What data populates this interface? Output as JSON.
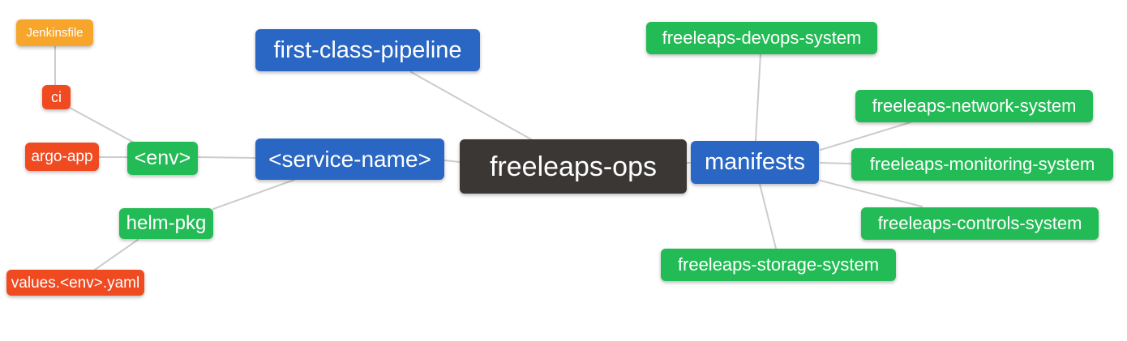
{
  "palette": {
    "blue": "#2a67c4",
    "green": "#22bb55",
    "red": "#f04a21",
    "orange": "#f7a52b",
    "dark": "#3b3735",
    "edge": "#cccccc",
    "node_text": "#ffffff",
    "background": "#ffffff"
  },
  "nodes": [
    {
      "id": "jenkinsfile",
      "label": "Jenkinsfile",
      "color": "orange"
    },
    {
      "id": "ci",
      "label": "ci",
      "color": "red"
    },
    {
      "id": "argo-app",
      "label": "argo-app",
      "color": "red"
    },
    {
      "id": "env",
      "label": "<env>",
      "color": "green"
    },
    {
      "id": "helm-pkg",
      "label": "helm-pkg",
      "color": "green"
    },
    {
      "id": "values-env-yaml",
      "label": "values.<env>.yaml",
      "color": "red"
    },
    {
      "id": "first-class-pipeline",
      "label": "first-class-pipeline",
      "color": "blue"
    },
    {
      "id": "service-name",
      "label": "<service-name>",
      "color": "blue"
    },
    {
      "id": "freeleaps-ops",
      "label": "freeleaps-ops",
      "color": "dark"
    },
    {
      "id": "manifests",
      "label": "manifests",
      "color": "blue"
    },
    {
      "id": "freeleaps-devops-system",
      "label": "freeleaps-devops-system",
      "color": "green"
    },
    {
      "id": "freeleaps-network-system",
      "label": "freeleaps-network-system",
      "color": "green"
    },
    {
      "id": "freeleaps-monitoring-system",
      "label": "freeleaps-monitoring-system",
      "color": "green"
    },
    {
      "id": "freeleaps-controls-system",
      "label": "freeleaps-controls-system",
      "color": "green"
    },
    {
      "id": "freeleaps-storage-system",
      "label": "freeleaps-storage-system",
      "color": "green"
    }
  ],
  "edges": [
    {
      "from": "jenkinsfile",
      "to": "ci"
    },
    {
      "from": "ci",
      "to": "env"
    },
    {
      "from": "argo-app",
      "to": "env"
    },
    {
      "from": "env",
      "to": "service-name"
    },
    {
      "from": "helm-pkg",
      "to": "service-name"
    },
    {
      "from": "values-env-yaml",
      "to": "helm-pkg"
    },
    {
      "from": "first-class-pipeline",
      "to": "freeleaps-ops"
    },
    {
      "from": "service-name",
      "to": "freeleaps-ops"
    },
    {
      "from": "freeleaps-ops",
      "to": "manifests"
    },
    {
      "from": "manifests",
      "to": "freeleaps-devops-system"
    },
    {
      "from": "manifests",
      "to": "freeleaps-network-system"
    },
    {
      "from": "manifests",
      "to": "freeleaps-monitoring-system"
    },
    {
      "from": "manifests",
      "to": "freeleaps-controls-system"
    },
    {
      "from": "manifests",
      "to": "freeleaps-storage-system"
    }
  ]
}
